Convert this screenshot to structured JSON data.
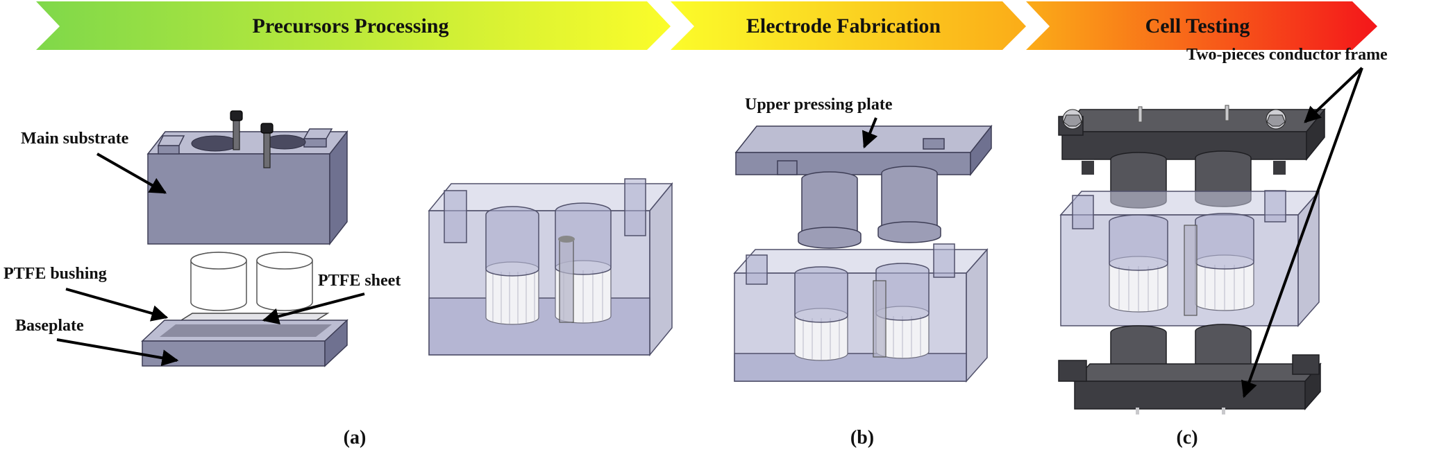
{
  "process_stages": [
    {
      "label": "Precursors Processing",
      "color_start": "#7fd84a",
      "color_end": "#fbfc2a"
    },
    {
      "label": "Electrode Fabrication",
      "color_start": "#fbfc2a",
      "color_end": "#fbac18"
    },
    {
      "label": "Cell Testing",
      "color_start": "#fbac18",
      "color_end": "#f4161a"
    }
  ],
  "callouts": {
    "main_substrate": "Main substrate",
    "ptfe_bushing": "PTFE bushing",
    "ptfe_sheet": "PTFE sheet",
    "baseplate": "Baseplate",
    "upper_pressing_plate": "Upper pressing plate",
    "conductor_frame": "Two-pieces conductor frame"
  },
  "panels": [
    {
      "label": "(a)"
    },
    {
      "label": "(b)"
    },
    {
      "label": "(c)"
    }
  ],
  "colors": {
    "arrow": "#000000",
    "component_gray": "#8b8da8",
    "transparent_block": "#a9abcc",
    "conductor_dark": "#3d3d42"
  }
}
